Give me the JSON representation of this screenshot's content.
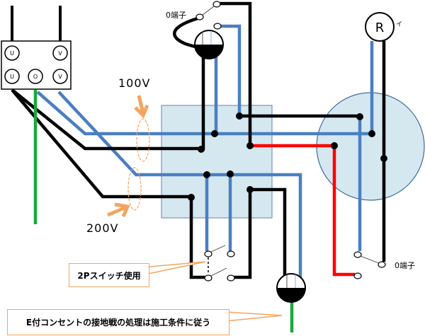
{
  "labels": {
    "o_terminal_top": "0端子",
    "o_terminal_right": "0端子",
    "voltage_100": "100V",
    "voltage_200": "200V",
    "pilot_mark": "イ",
    "pilot_lamp": "R"
  },
  "terminal_block": {
    "terminals": [
      "U",
      "V",
      "U",
      "O",
      "V"
    ]
  },
  "callouts": {
    "switch": "2Pスイッチ使用",
    "outlet": "E付コンセントの接地戦の処理は施工条件に従う"
  },
  "colors": {
    "line": "#000000",
    "neutral": "#4a7fc1",
    "ground": "#1aa839",
    "switched": "#ff0000",
    "box_fill": "#d5e8f0",
    "callout_border": "#f4a460",
    "arrow": "#f4a460"
  }
}
